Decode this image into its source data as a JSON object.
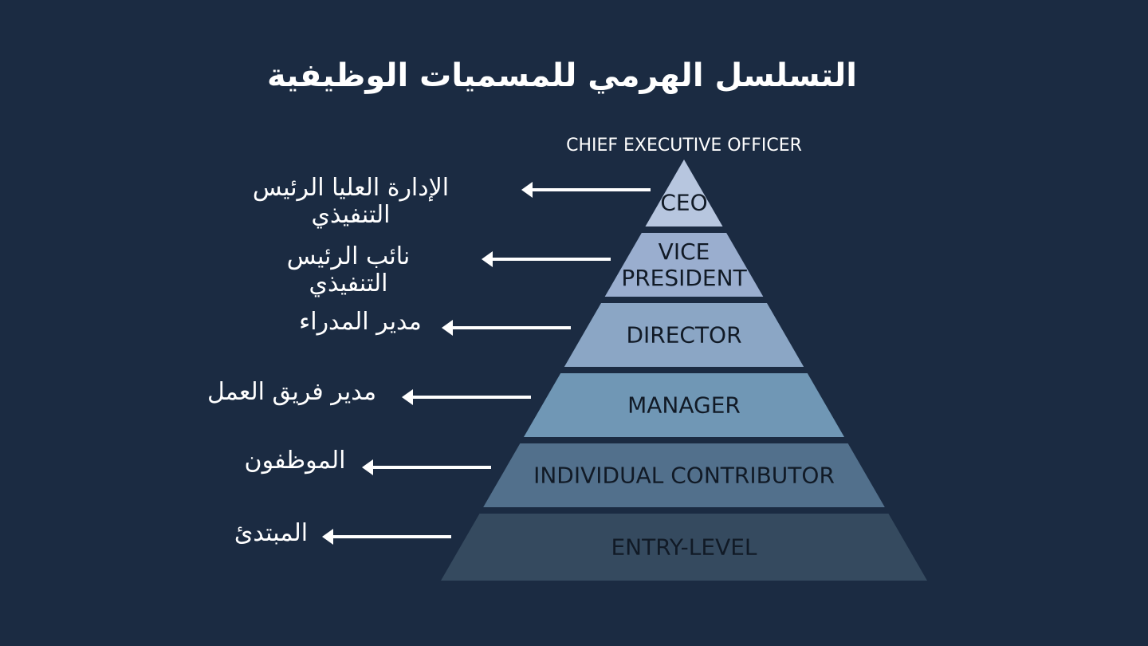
{
  "title": "التسلسل الهرمي للمسميات الوظيفية",
  "top_caption": "CHIEF EXECUTIVE OFFICER",
  "colors": {
    "background": "#1b2b42",
    "text": "#ffffff",
    "level_text": "#111a26",
    "levels": [
      "#b7c6df",
      "#9aaecf",
      "#8ba6c5",
      "#7097b5",
      "#52708c",
      "#354a5f"
    ]
  },
  "levels": [
    {
      "label": "CEO",
      "role": "الإدارة العليا الرئيس التنفيذي"
    },
    {
      "label": "VICE PRESIDENT",
      "role": "نائب الرئيس التنفيذي"
    },
    {
      "label": "DIRECTOR",
      "role": "مدير المدراء"
    },
    {
      "label": "MANAGER",
      "role": "مدير فريق العمل"
    },
    {
      "label": "INDIVIDUAL CONTRIBUTOR",
      "role": "الموظفون"
    },
    {
      "label": "ENTRY-LEVEL",
      "role": "المبتدئ"
    }
  ]
}
